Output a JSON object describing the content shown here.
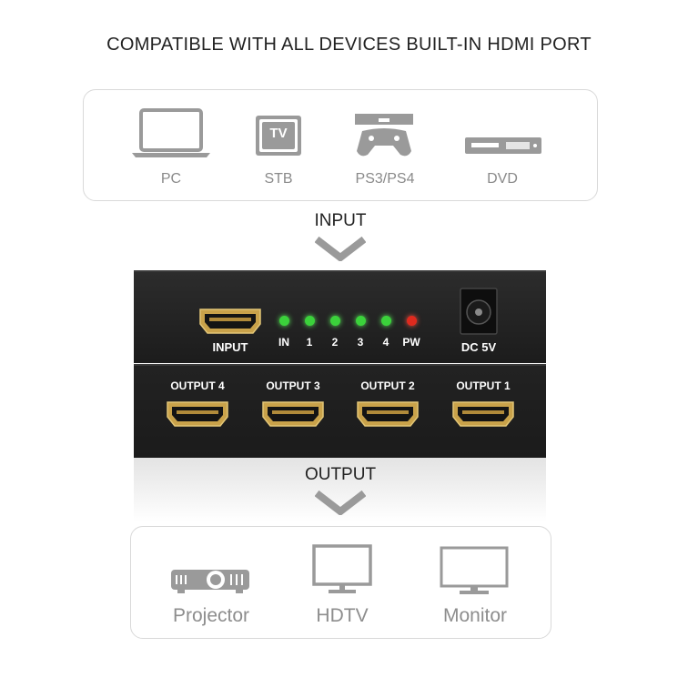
{
  "headline": "COMPATIBLE WITH ALL DEVICES BUILT-IN HDMI PORT",
  "input_devices": [
    {
      "label": "PC",
      "icon": "laptop-icon"
    },
    {
      "label": "STB",
      "icon": "tv-box-icon"
    },
    {
      "label": "PS3/PS4",
      "icon": "game-console-icon"
    },
    {
      "label": "DVD",
      "icon": "dvd-player-icon"
    }
  ],
  "tv_badge": "TV",
  "input_label": "INPUT",
  "output_label": "OUTPUT",
  "splitter": {
    "input_port_label": "INPUT",
    "indicators": [
      "IN",
      "1",
      "2",
      "3",
      "4",
      "PW"
    ],
    "indicator_colors": [
      "#3bd23b",
      "#3bd23b",
      "#3bd23b",
      "#3bd23b",
      "#3bd23b",
      "#e02a1e"
    ],
    "power_label": "DC 5V",
    "outputs": [
      "OUTPUT 4",
      "OUTPUT 3",
      "OUTPUT 2",
      "OUTPUT 1"
    ]
  },
  "output_devices": [
    {
      "label": "Projector",
      "icon": "projector-icon"
    },
    {
      "label": "HDTV",
      "icon": "hdtv-icon"
    },
    {
      "label": "Monitor",
      "icon": "monitor-icon"
    }
  ],
  "colors": {
    "icon_gray": "#9a9a9a",
    "port_gold": "#c9a24a",
    "box_black": "#1f1f1f"
  }
}
